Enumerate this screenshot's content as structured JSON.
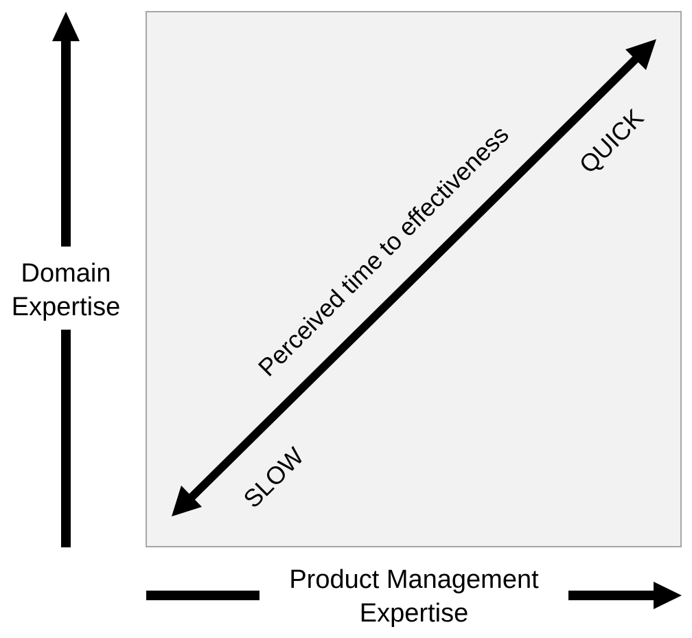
{
  "y_axis": {
    "line1": "Domain",
    "line2": "Expertise"
  },
  "x_axis": {
    "line1": "Product Management",
    "line2": "Expertise"
  },
  "diagonal": {
    "label": "Perceived time to effectiveness",
    "high_end": "QUICK",
    "low_end": "SLOW"
  },
  "colors": {
    "box_fill": "#f2f2f2",
    "box_stroke": "#a6a6a6",
    "ink": "#000000"
  }
}
